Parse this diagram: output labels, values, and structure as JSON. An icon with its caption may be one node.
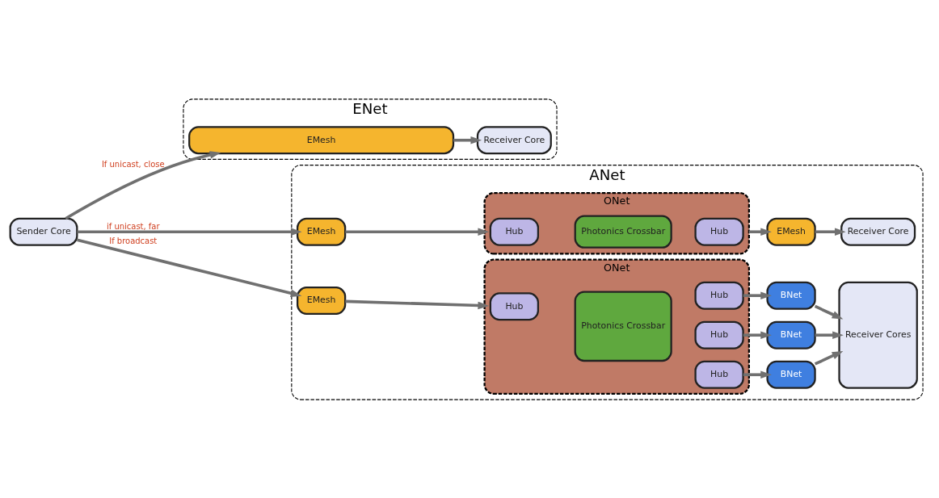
{
  "diagram": {
    "nodes": [
      {
        "text": [
          "Sender Core"
        ]
      },
      {
        "text": [
          "ENet"
        ]
      },
      {
        "text": [
          "EMesh"
        ],
        "in": 1
      },
      {
        "text": [
          "Receiver Core"
        ],
        "in": 1
      },
      {
        "text": [
          "ANet"
        ]
      },
      {
        "text": [
          "EMesh"
        ],
        "in": 4
      },
      {
        "text": [
          "ONet"
        ],
        "in": 4
      },
      {
        "text": [
          "Hub"
        ],
        "in": 6
      },
      {
        "text": [
          "Photonics Crossbar"
        ],
        "in": 6
      },
      {
        "text": [
          "Hub"
        ],
        "in": 6
      },
      {
        "text": [
          "EMesh"
        ],
        "in": 4
      },
      {
        "text": [
          "Receiver Core"
        ],
        "in": 4
      },
      {
        "text": [
          "EMesh"
        ],
        "in": 4
      },
      {
        "text": [
          "ONet"
        ],
        "in": 4
      },
      {
        "text": [
          "Hub"
        ],
        "in": 13
      },
      {
        "text": [
          "Photonics Crossbar"
        ],
        "in": 13
      },
      {
        "text": [
          "Hub"
        ],
        "in": 13
      },
      {
        "text": [
          "Hub"
        ],
        "in": 13
      },
      {
        "text": [
          "Hub"
        ],
        "in": 13
      },
      {
        "text": [
          "BNet"
        ],
        "in": 4
      },
      {
        "text": [
          "BNet"
        ],
        "in": 4
      },
      {
        "text": [
          "BNet"
        ],
        "in": 4
      },
      {
        "text": [
          "Receiver Cores"
        ],
        "in": 4
      }
    ],
    "edges": [
      {
        "from": 0,
        "to": 2,
        "arrow": "to",
        "label": "If unicast, close"
      },
      {
        "from": 0,
        "to": 5,
        "arrow": "to",
        "label": "if unicast, far"
      },
      {
        "from": 0,
        "to": 12,
        "arrow": "to",
        "label": "If broadcast"
      },
      {
        "from": 2,
        "to": 3,
        "arrow": "to"
      },
      {
        "from": 5,
        "to": 6,
        "arrow": "to"
      },
      {
        "from": 6,
        "to": 10,
        "arrow": "to"
      },
      {
        "from": 10,
        "to": 11,
        "arrow": "to"
      },
      {
        "from": 12,
        "to": 13,
        "arrow": "to"
      },
      {
        "from": 16,
        "to": 19,
        "arrow": "to"
      },
      {
        "from": 17,
        "to": 20,
        "arrow": "to"
      },
      {
        "from": 18,
        "to": 21,
        "arrow": "to"
      },
      {
        "from": 19,
        "to": 22,
        "arrow": "to"
      },
      {
        "from": 20,
        "to": 22,
        "arrow": "to"
      },
      {
        "from": 21,
        "to": 22,
        "arrow": "to"
      }
    ]
  }
}
